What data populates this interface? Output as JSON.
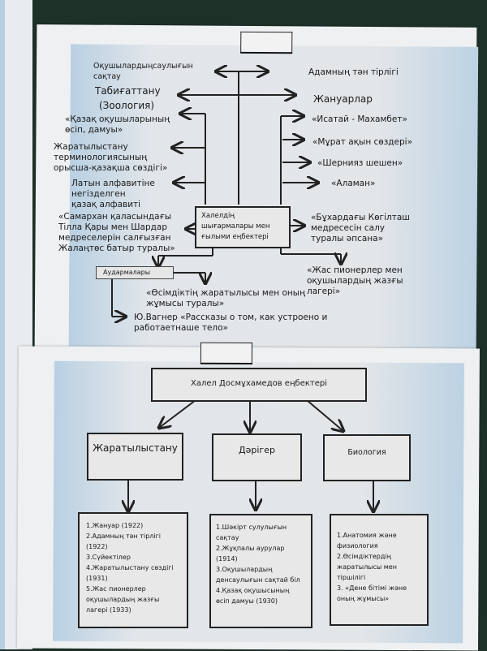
{
  "poster_top": {
    "center_box": "Халелдің\nшығармалары мен\nғылыми еңбектері",
    "left_items": [
      "Оқушылардыңсаулығын\nсақтау",
      "Табиғаттану",
      "(Зоология)",
      "«Қазақ оқушыларының\nөсіп, дамуы»",
      "Жаратылыстану\nтерминологиясының\nорысша-қазақша сөздігі»",
      "Латын алфавитіне\nнегізделген\nқазақ алфавиті",
      "«Самархан қаласындағы\nТілла Қары мен Шардар\nмедреселерін салғызған\nЖалаңтөс батыр туралы»"
    ],
    "right_items": [
      "Адамның тән тірлігі",
      "Жануарлар",
      "«Исатай - Махамбет»",
      "«Мұрат ақын сөздері»",
      "«Шернияз шешен»",
      "«Аламан»",
      "«Бұхардағы Көгілташ\nмедресесін салу\nтуралы әпсана»",
      "«Жас пионерлер мен\nоқушылардың  жазғы\nлагері»"
    ],
    "translations_box": "Аудармалары",
    "translations": [
      "«Өсімдіктің жаратылысы мен оның\nжұмысы туралы»",
      "Ю.Вагнер «Рассказы о том, как устроено и\nработаетнаше тело»"
    ]
  },
  "poster_bottom": {
    "title_box": "Халел Досмұхамедов еңбектері",
    "categories": [
      {
        "label": "Жаратылыстану",
        "items": "1.Жануар (1922)\n2.Адамның тән тірлігі\n(1922)\n3.Сүйектілер\n4.Жаратылыстану сөздігі\n(1931)\n5.Жас пионерлер\nоқушылардың жазғы\nлагері  (1933)"
      },
      {
        "label": "Дәрігер",
        "items": "1.Шәкірт сулулығын\nсақтау\n2.Жұқпалы аурулар\n(1914)\n3.Оқушылардың\nденсаулығын сақтай біл\n4.Қазақ оқушысының\nөсіп дамуы (1930)"
      },
      {
        "label": "Биология",
        "items": "1.Анатомия және\nфизиология\n2.Өсімдіктердің\nжаратылысы мен\nтіршілігі\n3. «Дене бітімі және\nоның жұмысы»"
      }
    ]
  }
}
